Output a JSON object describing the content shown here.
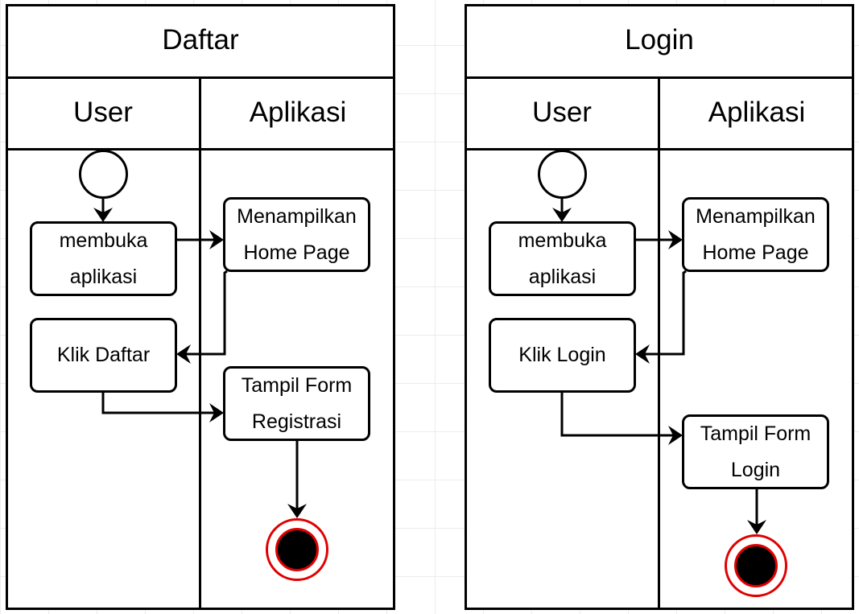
{
  "diagrams": [
    {
      "title": "Daftar",
      "columns": [
        "User",
        "Aplikasi"
      ],
      "nodes": {
        "open_app": [
          "membuka",
          "aplikasi"
        ],
        "show_home": [
          "Menampilkan",
          "Home Page"
        ],
        "click": [
          "Klik Daftar"
        ],
        "show_form": [
          "Tampil Form",
          "Registrasi"
        ]
      }
    },
    {
      "title": "Login",
      "columns": [
        "User",
        "Aplikasi"
      ],
      "nodes": {
        "open_app": [
          "membuka",
          "aplikasi"
        ],
        "show_home": [
          "Menampilkan",
          "Home Page"
        ],
        "click": [
          "Klik Login"
        ],
        "show_form": [
          "Tampil Form",
          "Login"
        ]
      }
    }
  ],
  "colors": {
    "stroke": "#000000",
    "end_ring": "#e00000",
    "background": "#ffffff",
    "grid": "#ececec"
  }
}
